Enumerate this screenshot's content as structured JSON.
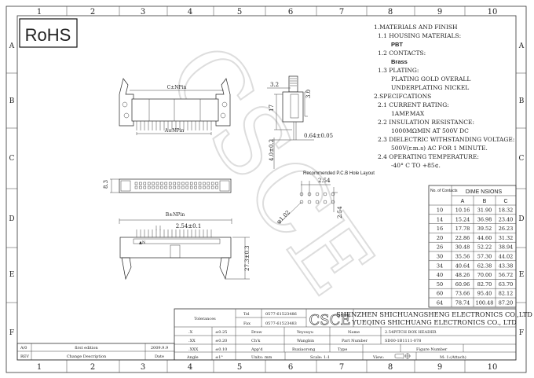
{
  "grid": {
    "columns": [
      "1",
      "2",
      "3",
      "4",
      "5",
      "6",
      "7",
      "8",
      "9",
      "10"
    ],
    "rows": [
      "A",
      "B",
      "C",
      "D",
      "E",
      "F"
    ]
  },
  "rohs_logo": "RoHS",
  "watermark": "CSCE",
  "notes": [
    "1.MATERIALS AND FINISH",
    "1.1 HOUSING MATERIALS:",
    "PBT",
    "1.2 CONTACTS:",
    "Brass",
    "1.3 PLATING:",
    "PLATING GOLD OVERALL",
    "UNDERPLATING NICKEL",
    "2.SPECIFCATIONS",
    "2.1 CURRENT RATING:",
    "1AMP.MAX",
    "2.2 INSULATION RESISTANCE:",
    "1000MΩMIN AT 500V DC",
    "2.3 DIELECTRIC WITHSTANDING VOLTAGE:",
    "500V(r.m.s) AC FOR 1 MINUTE.",
    "2.4 OPERATING TEMPERATURE:",
    "-40° C TO +85¢."
  ],
  "dimensions_drawing": {
    "c_label": "C±NPin",
    "a_label": "A±NPin",
    "b_label": "B±NPin",
    "pitch": "2.54±0.1",
    "height": "27.3±0.3",
    "width_small": "8.3",
    "side_3_2": "3.2",
    "side_3_0": "3.0",
    "side_17": "17",
    "side_pin": "0.64±0.05",
    "side_tail": "4.0±0.2",
    "pin1_mark": "▲N",
    "pcb_title": "Recommended P.C.B  Hole Layout",
    "pcb_pitch_x": "2.54",
    "pcb_pitch_y": "2.54",
    "pcb_hole": "φ1.02"
  },
  "dim_table": {
    "header_contacts": "No. of Contacts",
    "header_dims": "DIME NSIONS",
    "cols": [
      "A",
      "B",
      "C"
    ],
    "rows": [
      [
        "10",
        "10.16",
        "31.90",
        "18.32"
      ],
      [
        "14",
        "15.24",
        "36.98",
        "23.40"
      ],
      [
        "16",
        "17.78",
        "39.52",
        "26.23"
      ],
      [
        "20",
        "22.86",
        "44.60",
        "31.32"
      ],
      [
        "26",
        "30.48",
        "52.22",
        "38.94"
      ],
      [
        "30",
        "35.56",
        "57.30",
        "44.02"
      ],
      [
        "34",
        "40.64",
        "62.38",
        "43.38"
      ],
      [
        "40",
        "48.26",
        "70.00",
        "56.72"
      ],
      [
        "50",
        "60.96",
        "82.70",
        "63.70"
      ],
      [
        "60",
        "73.66",
        "95.40",
        "82.12"
      ],
      [
        "64",
        "78.74",
        "100.48",
        "87.20"
      ]
    ]
  },
  "title_block": {
    "tolerances": "Tolerances",
    "tel_label": "Tel",
    "tel": "0577-61523486",
    "fax_label": "Fax",
    "fax": "0577-61523483",
    "logo": "CSCE",
    "company_1": "SHENZHEN SHICHUANGSHENG ELECTRONICS CO.,LTD",
    "company_2": "YUEQING SHICHUANG ELECTRONICS CO., LTD",
    "tol_rows": [
      [
        ".X",
        "±0.25"
      ],
      [
        ".XX",
        "±0.20"
      ],
      [
        ".XXX",
        "±0.10"
      ],
      [
        "Angle",
        "±1°"
      ]
    ],
    "draw_label": "Draw",
    "draw_name": "Yeyouyu",
    "name_label": "Name",
    "name_value": "2.54PITCH BOX HEADER",
    "chk_label": "Ch'k",
    "chk_name": "Wangbin",
    "part_label": "Part Number",
    "part_value": "SD00-1B1111-078",
    "app_label": "App'd",
    "app_name": "Ruxiaorong",
    "type_label": "Type",
    "figure_label": "Figure Number",
    "units": "Units: mm",
    "scale": "Scale: 1:1",
    "view": "View:",
    "sheet": "M: 1:(Attach)"
  },
  "revision": {
    "rev": "A/0",
    "desc": "first edition",
    "date": "2009.9.9",
    "rev_label": "REV",
    "desc_label": "Change Description",
    "date_label": "Date"
  }
}
